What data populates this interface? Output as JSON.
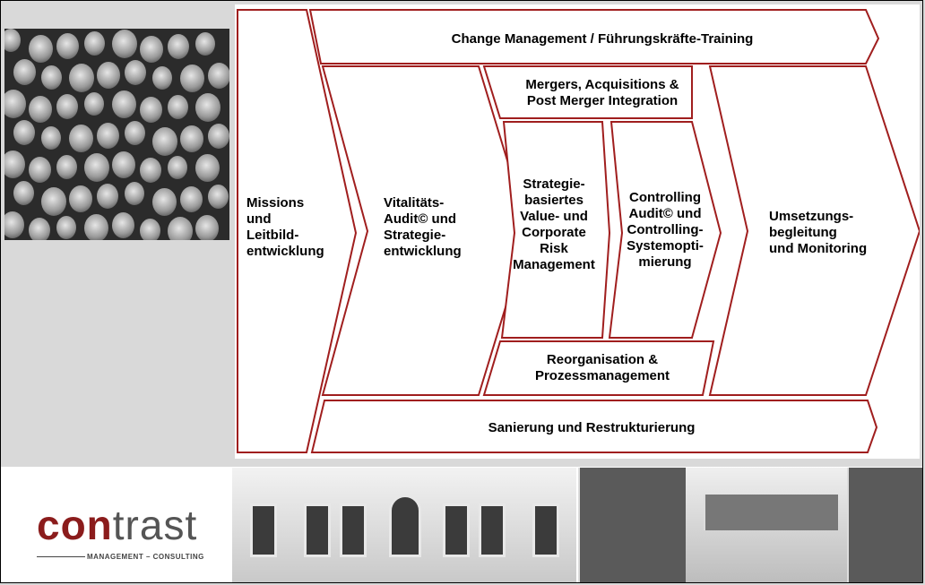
{
  "diagram": {
    "stroke_color": "#a01e1e",
    "top_band": "Change Management / Führungskräfte-Training",
    "bottom_band": "Sanierung und Restrukturierung",
    "missions": [
      "Missions",
      "und",
      "Leitbild-",
      "entwicklung"
    ],
    "vitalitaet": [
      "Vitalitäts-",
      "Audit© und",
      "Strategie-",
      "entwicklung"
    ],
    "mergers": [
      "Mergers, Acquisitions &",
      "Post Merger Integration"
    ],
    "strategie": [
      "Strategie-",
      "basiertes",
      "Value- und",
      "Corporate",
      "Risk",
      "Management"
    ],
    "controlling": [
      "Controlling",
      "Audit© und",
      "Controlling-",
      "Systemopti-",
      "mierung"
    ],
    "reorganisation": [
      "Reorganisation &",
      "Prozessmanagement"
    ],
    "umsetzung": [
      "Umsetzungs-",
      "begleitung",
      "und Monitoring"
    ]
  },
  "logo": {
    "part1": "con",
    "part2": "trast",
    "tagline": "MANAGEMENT – CONSULTING",
    "accent_color": "#8b1c1c"
  },
  "images": {
    "crowd": "crowd-photo",
    "building_old": "historic-facade-photo",
    "building_modern": "modern-building-photo"
  }
}
